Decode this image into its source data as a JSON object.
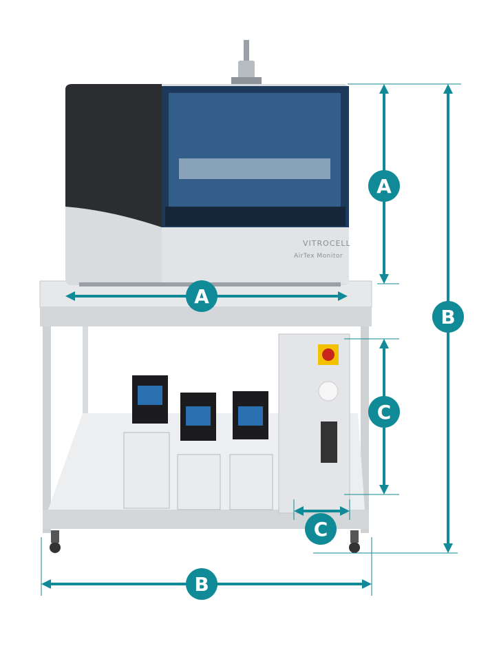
{
  "product": {
    "brand_logo": "VITROCELL",
    "model": "AirTex Monitor"
  },
  "dimensions": {
    "A_vertical": "A",
    "A_horizontal": "A",
    "B_vertical": "B",
    "B_horizontal": "B",
    "C_vertical": "C",
    "C_horizontal": "C"
  },
  "colors": {
    "accent": "#0f8a96",
    "device_dark": "#2b2d30",
    "device_silver": "#d9dcdf",
    "window": "#1d3a5c"
  }
}
